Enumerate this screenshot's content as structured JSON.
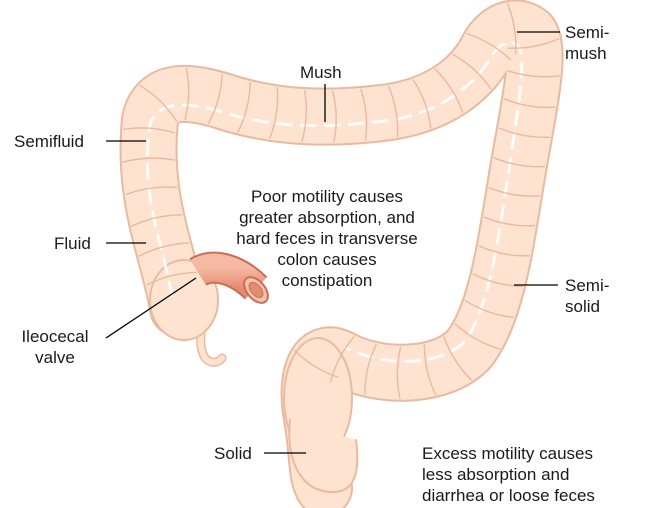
{
  "labels": {
    "mush": "Mush",
    "semi_mush_1": "Semi-",
    "semi_mush_2": "mush",
    "semifluid": "Semifluid",
    "fluid": "Fluid",
    "ileocecal_1": "Ileocecal",
    "ileocecal_2": "valve",
    "semi_solid_1": "Semi-",
    "semi_solid_2": "solid",
    "solid": "Solid"
  },
  "notes": {
    "poor_motility": [
      "Poor motility causes",
      "greater absorption, and",
      "hard feces in transverse",
      "colon causes",
      "constipation"
    ],
    "excess_motility": [
      "Excess motility causes",
      "less absorption and",
      "diarrhea or loose feces"
    ]
  },
  "colors": {
    "colon_fill": "#fde3d0",
    "colon_line": "#e9b9a0",
    "colon_highlight": "#ffffff",
    "ileum_fill": "#f1a188",
    "ileum_line": "#c86f55",
    "leader_line": "#000000",
    "text": "#1a1a1a"
  }
}
